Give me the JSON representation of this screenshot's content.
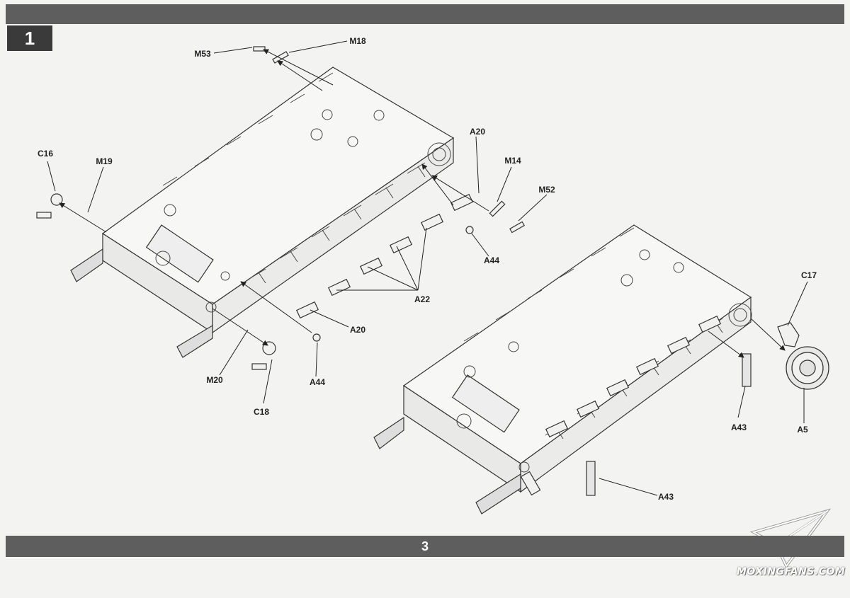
{
  "step": {
    "number": "1"
  },
  "page": {
    "number": "3"
  },
  "watermark": {
    "text": "MOXINGFANS.COM"
  },
  "parts": {
    "m53": "M53",
    "m18": "M18",
    "c16": "C16",
    "m19": "M19",
    "a20_top": "A20",
    "m14": "M14",
    "m52": "M52",
    "a44_right": "A44",
    "a22": "A22",
    "a20_bottom": "A20",
    "m20": "M20",
    "a44_bottom": "A44",
    "c18": "C18",
    "c17": "C17",
    "a43_right": "A43",
    "a5": "A5",
    "a43_bottom": "A43"
  }
}
